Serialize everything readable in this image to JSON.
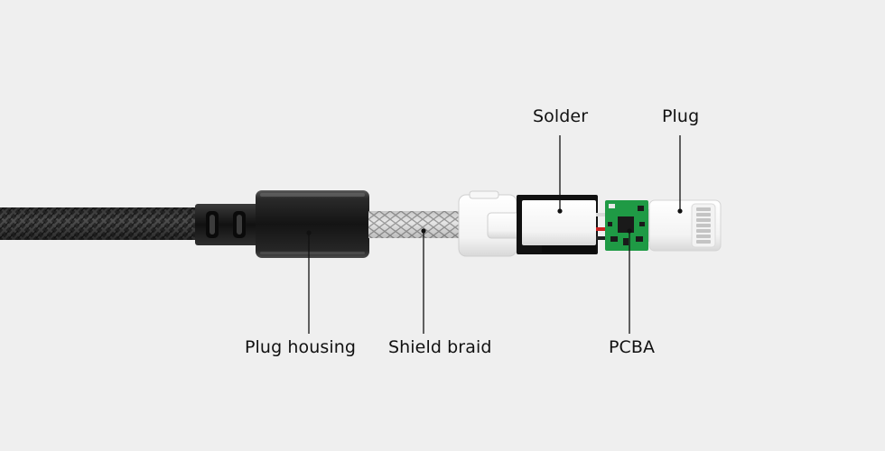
{
  "labels": {
    "solder": "Solder",
    "plug": "Plug",
    "plug_housing": "Plug housing",
    "shield_braid": "Shield braid",
    "pcba": "PCBA"
  },
  "colors": {
    "background": "#efefef",
    "cable": "#2b2b2b",
    "housing": "#1c1c1c",
    "braid": "#c9c9c9",
    "pcb": "#1f9a45",
    "plug_body": "#ffffff",
    "label_text": "#111111"
  }
}
